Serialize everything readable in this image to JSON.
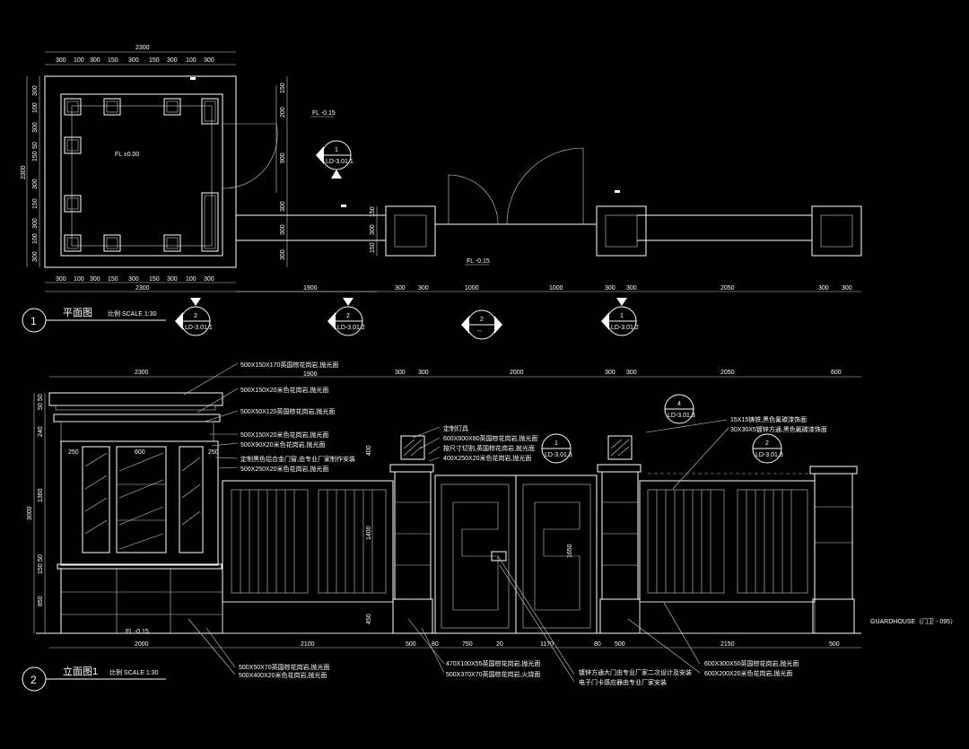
{
  "plan": {
    "title": "平面图",
    "scale": "比例 SCALE 1:30",
    "number": "1",
    "top_total": "2300",
    "top_dims": [
      "300",
      "100",
      "300",
      "150",
      "300",
      "150",
      "300",
      "100",
      "300"
    ],
    "bottom_total": "2300",
    "left_total": "2300",
    "left_dims": [
      "300",
      "100",
      "300",
      "50",
      "150",
      "300",
      "150",
      "300",
      "100",
      "300"
    ],
    "right_dims": [
      "150",
      "200",
      "900",
      "300",
      "300",
      "300"
    ],
    "fl_inside": "FL ±0.00",
    "fl_top": "FL -0.15",
    "fl_mid": "FL -0.15",
    "bottom_run_dims": [
      "1900",
      "300",
      "300",
      "1000",
      "1000",
      "300",
      "300",
      "2050",
      "300",
      "300"
    ],
    "gate_dims": [
      "150",
      "300",
      "150"
    ]
  },
  "callouts": [
    {
      "num": "1",
      "ref": "LD-3.01.1"
    },
    {
      "num": "2",
      "ref": "LD-3.01.1"
    },
    {
      "num": "2",
      "ref": "LD-3.01.2"
    },
    {
      "num": "2",
      "ref": "--"
    },
    {
      "num": "1",
      "ref": "LD-3.01.2"
    },
    {
      "num": "1",
      "ref": "LD-3.01.3"
    },
    {
      "num": "4",
      "ref": "LD-3.01.3"
    },
    {
      "num": "2",
      "ref": "LD-3.01.3"
    }
  ],
  "elev": {
    "title": "立面图1",
    "scale": "比例 SCALE 1:30",
    "number": "2",
    "top_total": "2300",
    "top_dims": [
      "1900",
      "300",
      "300",
      "2000",
      "300",
      "300",
      "2050",
      "600"
    ],
    "inner_dims": [
      "250",
      "600",
      "250"
    ],
    "left_total": "3000",
    "left_dims": [
      "50",
      "50",
      "240",
      "1360",
      "50",
      "150",
      "850"
    ],
    "h400": "400",
    "h1400": "1400",
    "h1650": "1650",
    "h450": "450",
    "fl": "FL -0.15",
    "bottom_dims": [
      "2000",
      "2100",
      "500",
      "80",
      "750",
      "20",
      "1170",
      "80",
      "500",
      "2150",
      "500"
    ],
    "guardhouse": "GUARDHOUSE（门卫 - 095）",
    "notes_left": [
      "500X150X170英国棕花岗岩,抛光面",
      "500X150X20米色花岗岩,抛光面",
      "500X50X120英国棕花岗岩,抛光面",
      "500X150X20米色花岗岩,抛光面",
      "500X90X20米色花岗岩,抛光面",
      "定制黑色铝合金门窗,由专业厂家制作安装",
      "500X250X20米色花岗岩,抛光面"
    ],
    "notes_mid": [
      "定制灯具",
      "600X600X80英国棕花岗岩,抛光面",
      "按尺寸切割,英国棕花岗岩,抛光面",
      "400X250X20米色花岗岩,抛光面"
    ],
    "notes_right": [
      "15X15铸铁,黑色氟碳漆饰面",
      "30X30X5镀锌方通,黑色氟碳漆饰面"
    ],
    "notes_bottom_left": [
      "500X50X70英国棕花岗岩,抛光面",
      "500X400X20米色花岗岩,抛光面"
    ],
    "notes_bottom_mid": [
      "470X100X55英国棕花岗岩,抛光面",
      "500X370X70英国棕花岗岩,火烧面"
    ],
    "notes_bottom_center": [
      "镀锌方通大门由专业厂家二次设计及安装",
      "电子门卡感应器由专业厂家安装"
    ],
    "notes_bottom_right": [
      "600X300X50英国棕花岗岩,抛光面",
      "600X200X20米色花岗岩,抛光面"
    ]
  }
}
